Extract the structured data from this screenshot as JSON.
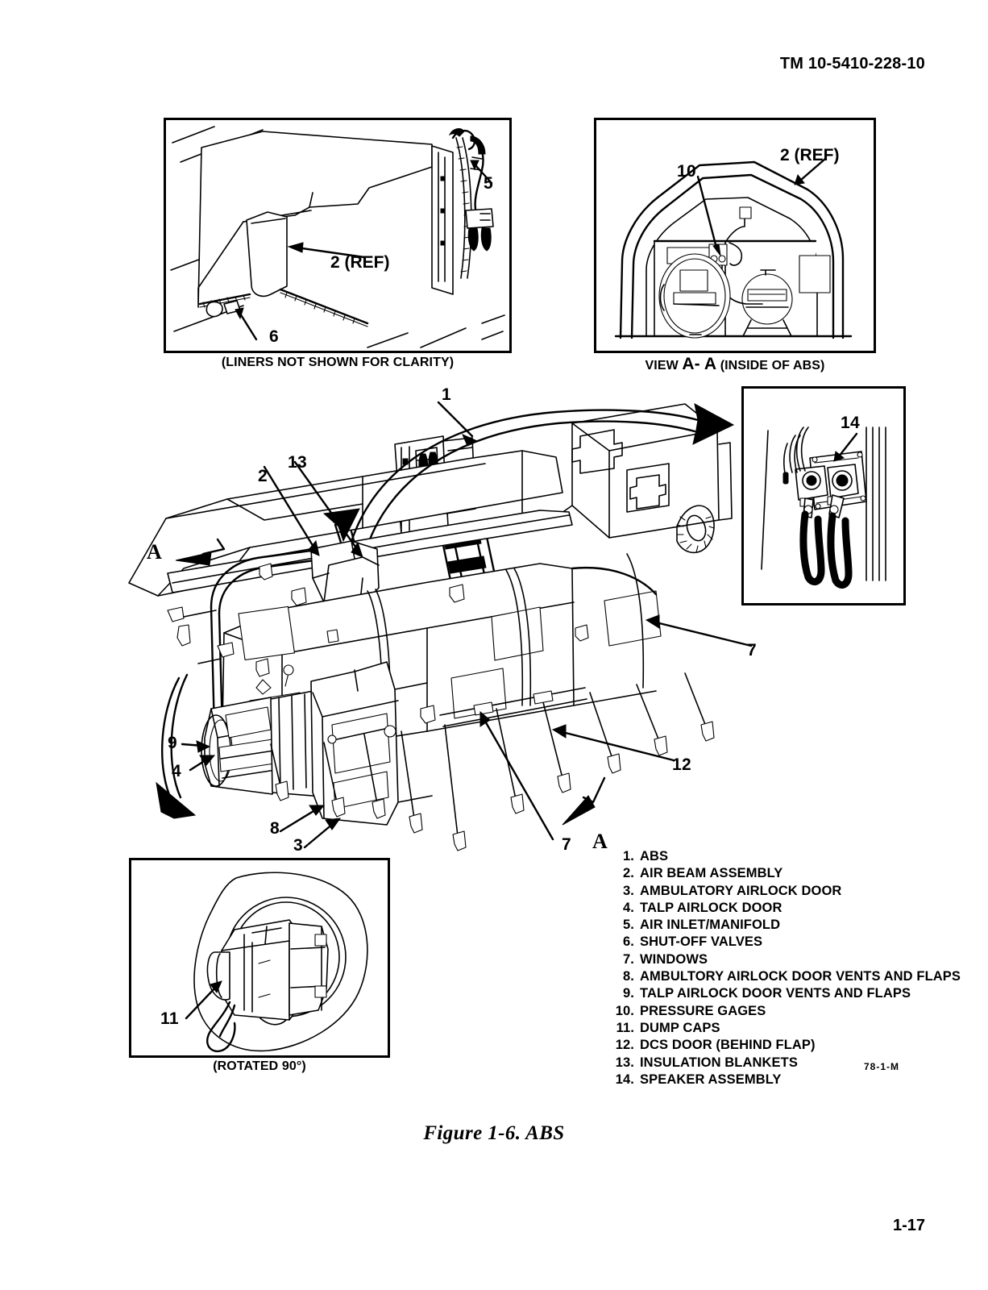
{
  "document": {
    "tm_number": "TM 10-5410-228-10",
    "page_number": "1-17",
    "drawing_code": "78-1-M",
    "figure_caption": "Figure 1-6.  ABS"
  },
  "insets": {
    "top_left": {
      "caption": "(LINERS NOT SHOWN FOR CLARITY)",
      "callouts": [
        {
          "label": "5"
        },
        {
          "label": "2 (REF)"
        },
        {
          "label": "6"
        }
      ]
    },
    "top_right": {
      "caption_prefix": "VIEW",
      "caption_section": "A- A",
      "caption_suffix": "(INSIDE OF ABS)",
      "callouts": [
        {
          "label": "2 (REF)"
        },
        {
          "label": "10"
        }
      ]
    },
    "right": {
      "callouts": [
        {
          "label": "14"
        }
      ]
    },
    "bottom_left": {
      "caption": "(ROTATED 90°)",
      "callouts": [
        {
          "label": "11"
        }
      ]
    }
  },
  "main_view": {
    "section_marker_top": "A",
    "section_marker_bottom": "A",
    "callouts": [
      {
        "label": "1"
      },
      {
        "label": "13"
      },
      {
        "label": "2"
      },
      {
        "label": "7"
      },
      {
        "label": "12"
      },
      {
        "label": "9"
      },
      {
        "label": "4"
      },
      {
        "label": "8"
      },
      {
        "label": "3"
      },
      {
        "label": "7"
      }
    ]
  },
  "legend": {
    "items": [
      {
        "num": "1.",
        "text": "ABS"
      },
      {
        "num": "2.",
        "text": "AIR BEAM ASSEMBLY"
      },
      {
        "num": "3.",
        "text": "AMBULATORY AIRLOCK DOOR"
      },
      {
        "num": "4.",
        "text": "TALP AIRLOCK DOOR"
      },
      {
        "num": "5.",
        "text": "AIR INLET/MANIFOLD"
      },
      {
        "num": "6.",
        "text": "SHUT-OFF VALVES"
      },
      {
        "num": "7.",
        "text": "WINDOWS"
      },
      {
        "num": "8.",
        "text": "AMBULTORY AIRLOCK DOOR VENTS AND FLAPS"
      },
      {
        "num": "9.",
        "text": "TALP AIRLOCK DOOR VENTS AND FLAPS"
      },
      {
        "num": "10.",
        "text": "PRESSURE GAGES"
      },
      {
        "num": "11.",
        "text": "DUMP CAPS"
      },
      {
        "num": "12.",
        "text": "DCS DOOR (BEHIND FLAP)"
      },
      {
        "num": "13.",
        "text": "INSULATION BLANKETS"
      },
      {
        "num": "14.",
        "text": "SPEAKER ASSEMBLY"
      }
    ]
  }
}
